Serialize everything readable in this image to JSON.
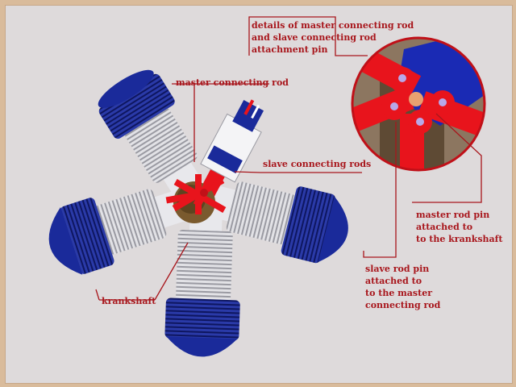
{
  "labels": {
    "details": "details of master connecting rod\nand slave connecting rod\nattachment pin",
    "master_rod": "master connecting rod",
    "slave_rods": "slave connecting rods",
    "crankshaft": "krankshaft",
    "master_pin": "master rod pin\nattached to\nto the krankshaft",
    "slave_pin": "slave rod pin\nattached to\nto the master\nconnecting rod"
  },
  "colors": {
    "background": "#dedadb",
    "border": "#d9bb9b",
    "cylinder_blue": "#1a2a9a",
    "cylinder_white": "#e8e8ec",
    "rod_red": "#e8141c",
    "crank_brown": "#7a5a2e",
    "label_red": "#a8161c",
    "pin_lilac": "#b8a8e8"
  }
}
